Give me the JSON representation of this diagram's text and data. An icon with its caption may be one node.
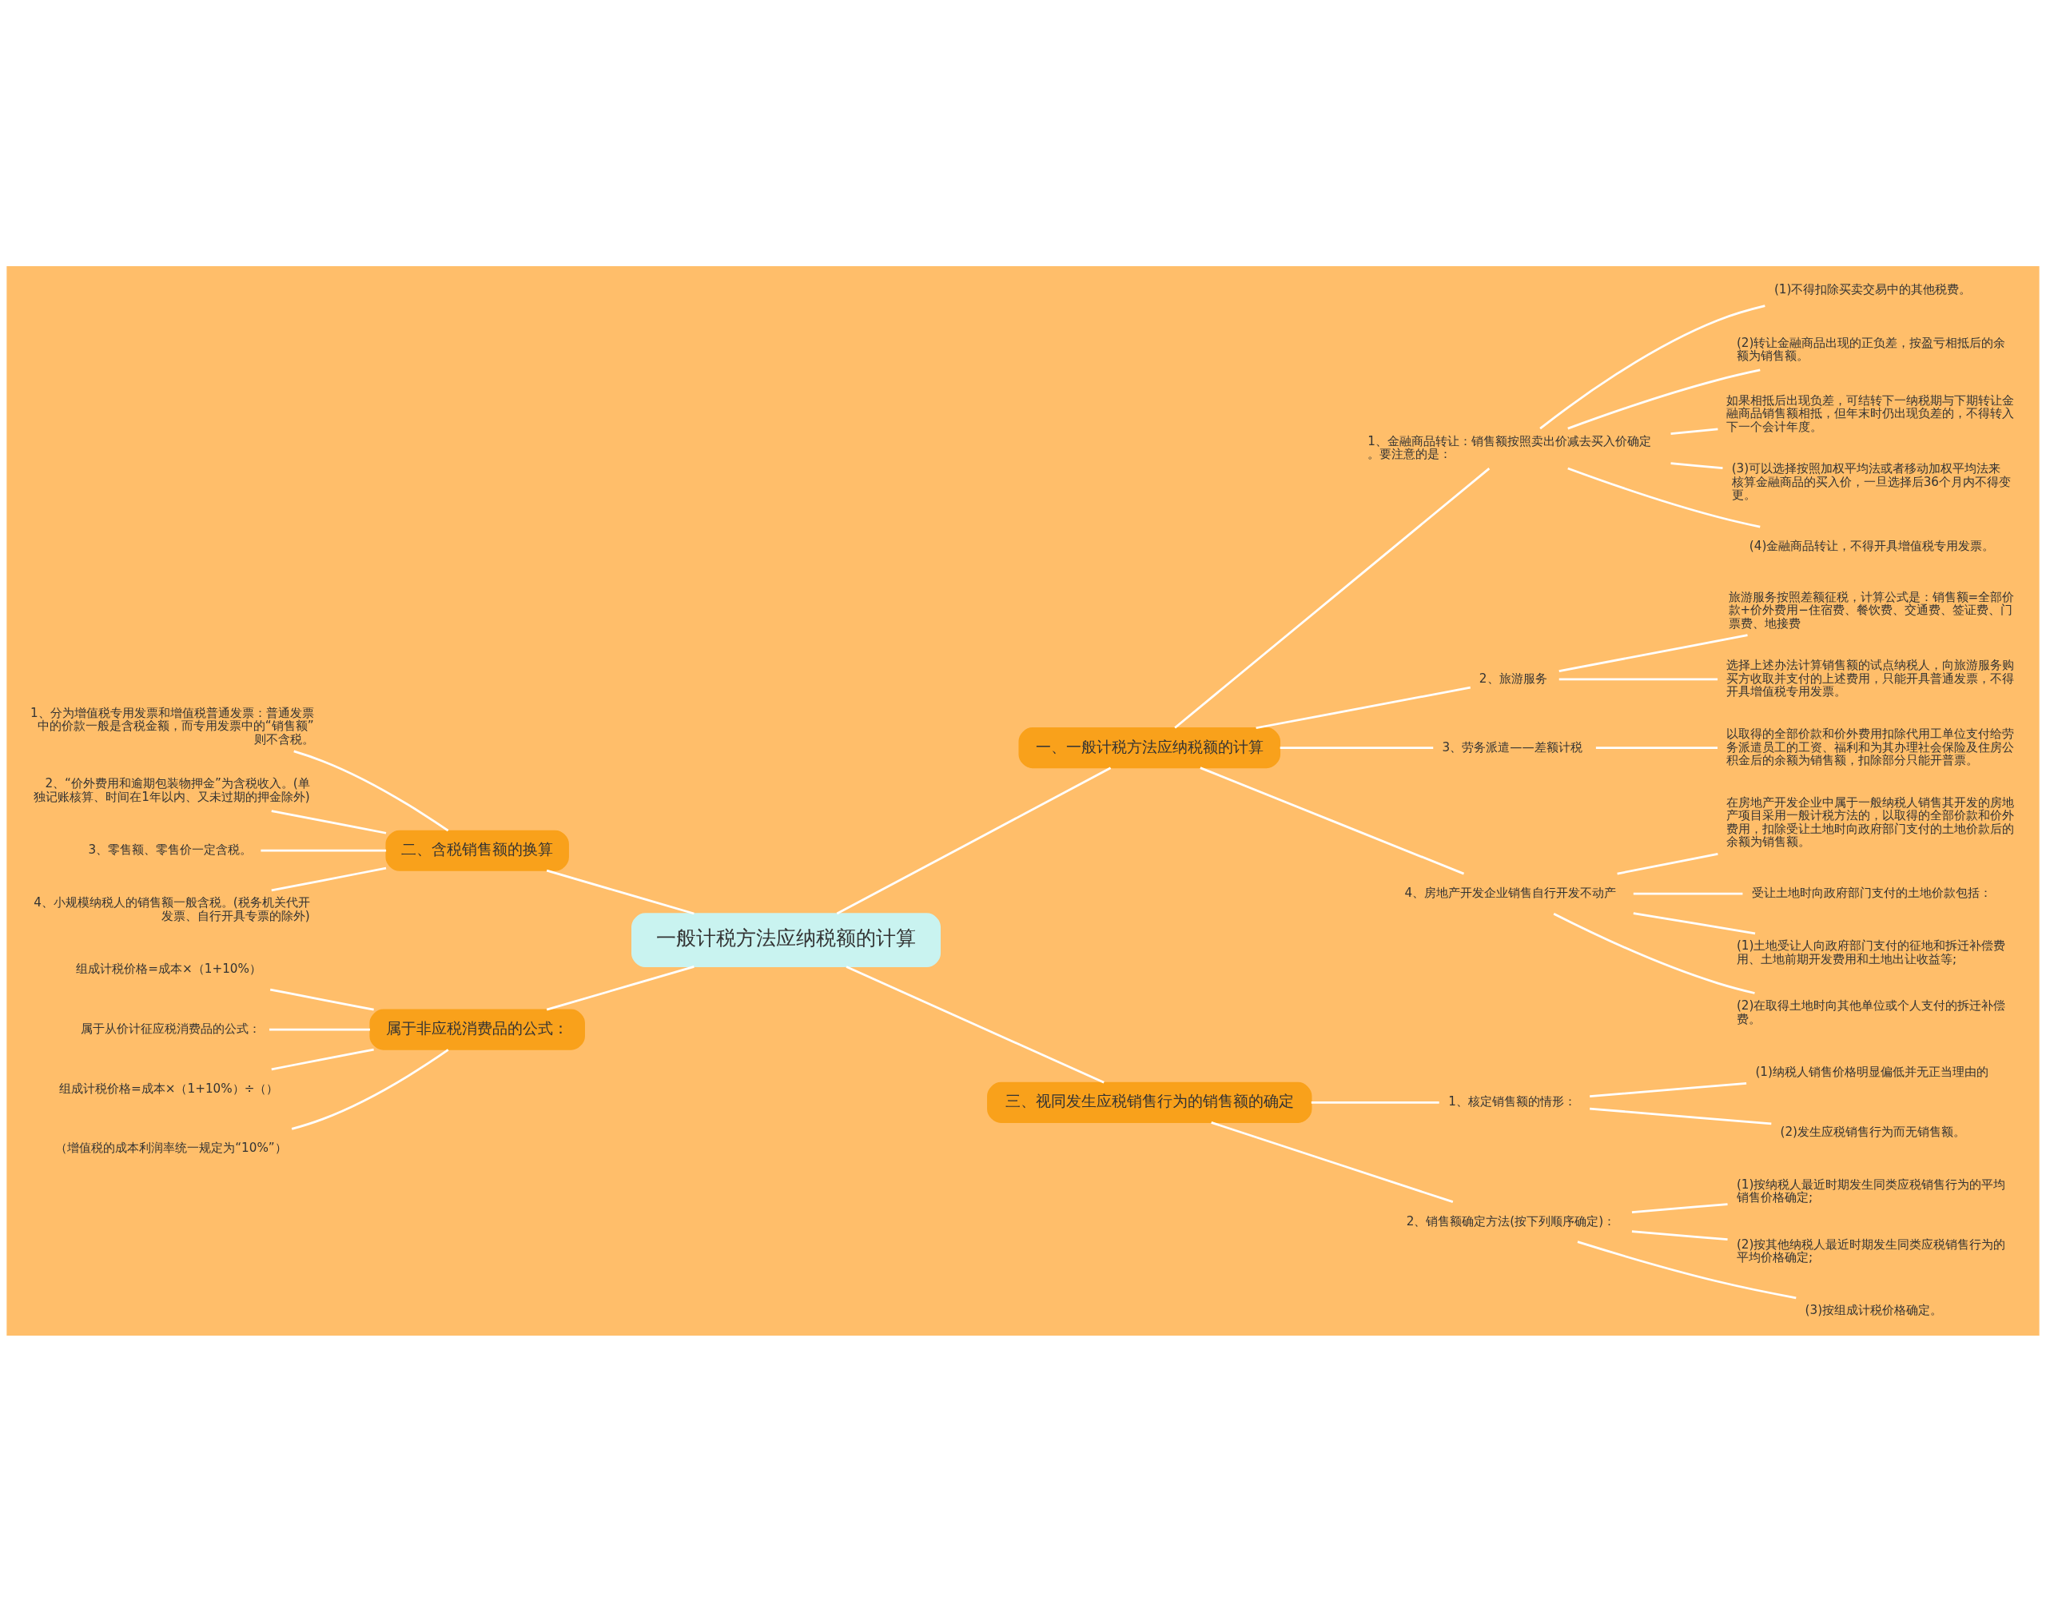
{
  "diagram": {
    "nodes": [
      {
        "text": [
          "一般计税方法应纳税额的计算"
        ]
      },
      {
        "text": [
          "一、一般计税方法应纳税额的计算"
        ]
      },
      {
        "text": [
          "1、金融商品转让：销售额按照卖出价减去买入价确定。要注意的是："
        ]
      },
      {
        "text": [
          "(1)不得扣除买卖交易中的其他税费。"
        ]
      },
      {
        "text": [
          "(2)转让金融商品出现的正负差，按盈亏相抵后的余额为销售额。"
        ]
      },
      {
        "text": [
          "如果相抵后出现负差，可结转下一纳税期与下期转让金融商品销售额相抵，但年末时仍出现负差的，不得转入下一个会计年度。"
        ]
      },
      {
        "text": [
          "(3)可以选择按照加权平均法或者移动加权平均法来核算金融商品的买入价，一旦选择后36个月内不得变更。"
        ]
      },
      {
        "text": [
          "(4)金融商品转让，不得开具增值税专用发票。"
        ]
      },
      {
        "text": [
          "2、旅游服务"
        ]
      },
      {
        "text": [
          "旅游服务按照差额征税，计算公式是：销售额=全部价款+价外费用−住宿费、餐饮费、交通费、签证费、门票费、地接费"
        ]
      },
      {
        "text": [
          "选择上述办法计算销售额的试点纳税人，向旅游服务购买方收取并支付的上述费用，只能开具普通发票，不得开具增值税专用发票。"
        ]
      },
      {
        "text": [
          "3、劳务派遣——差额计税"
        ]
      },
      {
        "text": [
          "以取得的全部价款和价外费用扣除代用工单位支付给劳务派遣员工的工资、福利和为其办理社会保险及住房公积金后的余额为销售额，扣除部分只能开普票。"
        ]
      },
      {
        "text": [
          "4、房地产开发企业销售自行开发不动产"
        ]
      },
      {
        "text": [
          "在房地产开发企业中属于一般纳税人销售其开发的房地产项目采用一般计税方法的，以取得的全部价款和价外费用，扣除受让土地时向政府部门支付的土地价款后的余额为销售额。"
        ]
      },
      {
        "text": [
          "受让土地时向政府部门支付的土地价款包括："
        ]
      },
      {
        "text": [
          "(1)土地受让人向政府部门支付的征地和拆迁补偿费用、土地前期开发费用和土地出让收益等;"
        ]
      },
      {
        "text": [
          "(2)在取得土地时向其他单位或个人支付的拆迁补偿费。"
        ]
      },
      {
        "text": [
          "三、视同发生应税销售行为的销售额的确定"
        ]
      },
      {
        "text": [
          "1、核定销售额的情形："
        ]
      },
      {
        "text": [
          "(1)纳税人销售价格明显偏低并无正当理由的"
        ]
      },
      {
        "text": [
          "(2)发生应税销售行为而无销售额。"
        ]
      },
      {
        "text": [
          "2、销售额确定方法(按下列顺序确定)："
        ]
      },
      {
        "text": [
          "(1)按纳税人最近时期发生同类应税销售行为的平均销售价格确定;"
        ]
      },
      {
        "text": [
          "(2)按其他纳税人最近时期发生同类应税销售行为的平均价格确定;"
        ]
      },
      {
        "text": [
          "(3)按组成计税价格确定。"
        ]
      },
      {
        "text": [
          "二、含税销售额的换算"
        ]
      },
      {
        "text": [
          "1、分为增值税专用发票和增值税普通发票：普通发票中的价款一般是含税金额，而专用发票中的“销售额”则不含税。"
        ]
      },
      {
        "text": [
          "2、“价外费用和逾期包装物押金”为含税收入。(单独记账核算、时间在1年以内、又未过期的押金除外)"
        ]
      },
      {
        "text": [
          "3、零售额、零售价一定含税。"
        ]
      },
      {
        "text": [
          "4、小规模纳税人的销售额一般含税。(税务机关代开发票、自行开具专票的除外)"
        ]
      },
      {
        "text": [
          "属于非应税消费品的公式："
        ]
      },
      {
        "text": [
          "组成计税价格=成本×（1+10%）"
        ]
      },
      {
        "text": [
          "属于从价计征应税消费品的公式："
        ]
      },
      {
        "text": [
          "组成计税价格=成本×（1+10%）÷（）"
        ]
      },
      {
        "text": [
          "（增值税的成本利润率统一规定为“10%”）"
        ]
      }
    ],
    "edges": [
      {
        "from": 0,
        "to": 1,
        "arrow": "none"
      },
      {
        "from": 1,
        "to": 2,
        "arrow": "none"
      },
      {
        "from": 2,
        "to": 3,
        "arrow": "none"
      },
      {
        "from": 2,
        "to": 4,
        "arrow": "none"
      },
      {
        "from": 2,
        "to": 5,
        "arrow": "none"
      },
      {
        "from": 2,
        "to": 6,
        "arrow": "none"
      },
      {
        "from": 2,
        "to": 7,
        "arrow": "none"
      },
      {
        "from": 1,
        "to": 8,
        "arrow": "none"
      },
      {
        "from": 8,
        "to": 9,
        "arrow": "none"
      },
      {
        "from": 8,
        "to": 10,
        "arrow": "none"
      },
      {
        "from": 1,
        "to": 11,
        "arrow": "none"
      },
      {
        "from": 11,
        "to": 12,
        "arrow": "none"
      },
      {
        "from": 1,
        "to": 13,
        "arrow": "none"
      },
      {
        "from": 13,
        "to": 14,
        "arrow": "none"
      },
      {
        "from": 13,
        "to": 15,
        "arrow": "none"
      },
      {
        "from": 13,
        "to": 16,
        "arrow": "none"
      },
      {
        "from": 13,
        "to": 17,
        "arrow": "none"
      },
      {
        "from": 0,
        "to": 18,
        "arrow": "none"
      },
      {
        "from": 18,
        "to": 19,
        "arrow": "none"
      },
      {
        "from": 19,
        "to": 20,
        "arrow": "none"
      },
      {
        "from": 19,
        "to": 21,
        "arrow": "none"
      },
      {
        "from": 18,
        "to": 22,
        "arrow": "none"
      },
      {
        "from": 22,
        "to": 23,
        "arrow": "none"
      },
      {
        "from": 22,
        "to": 24,
        "arrow": "none"
      },
      {
        "from": 22,
        "to": 25,
        "arrow": "none"
      },
      {
        "from": 0,
        "to": 26,
        "arrow": "none"
      },
      {
        "from": 26,
        "to": 27,
        "arrow": "none"
      },
      {
        "from": 26,
        "to": 28,
        "arrow": "none"
      },
      {
        "from": 26,
        "to": 29,
        "arrow": "none"
      },
      {
        "from": 26,
        "to": 30,
        "arrow": "none"
      },
      {
        "from": 0,
        "to": 31,
        "arrow": "none"
      },
      {
        "from": 31,
        "to": 32,
        "arrow": "none"
      },
      {
        "from": 31,
        "to": 33,
        "arrow": "none"
      },
      {
        "from": 31,
        "to": 34,
        "arrow": "none"
      },
      {
        "from": 31,
        "to": 35,
        "arrow": "none"
      }
    ]
  }
}
